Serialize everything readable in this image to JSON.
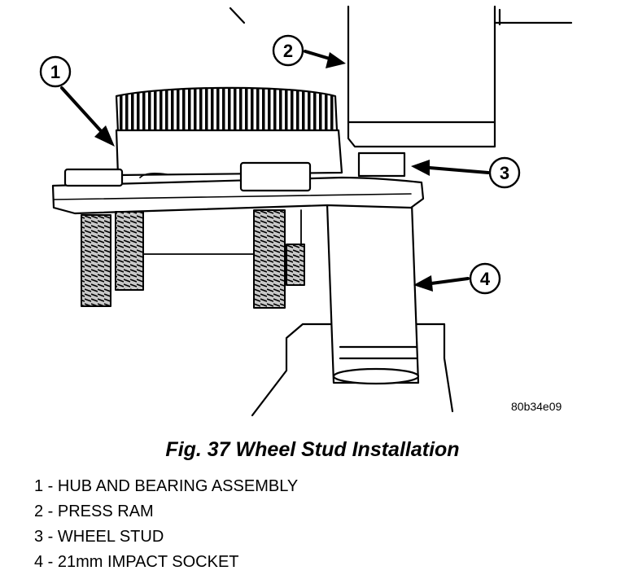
{
  "figure": {
    "callouts": [
      {
        "id": "1",
        "label": "1"
      },
      {
        "id": "2",
        "label": "2"
      },
      {
        "id": "3",
        "label": "3"
      },
      {
        "id": "4",
        "label": "4"
      }
    ],
    "code": "80b34e09"
  },
  "caption": "Fig. 37 Wheel Stud Installation",
  "legend": [
    "1 - HUB AND BEARING ASSEMBLY",
    "2 - PRESS RAM",
    "3 - WHEEL STUD",
    "4 - 21mm IMPACT SOCKET"
  ]
}
